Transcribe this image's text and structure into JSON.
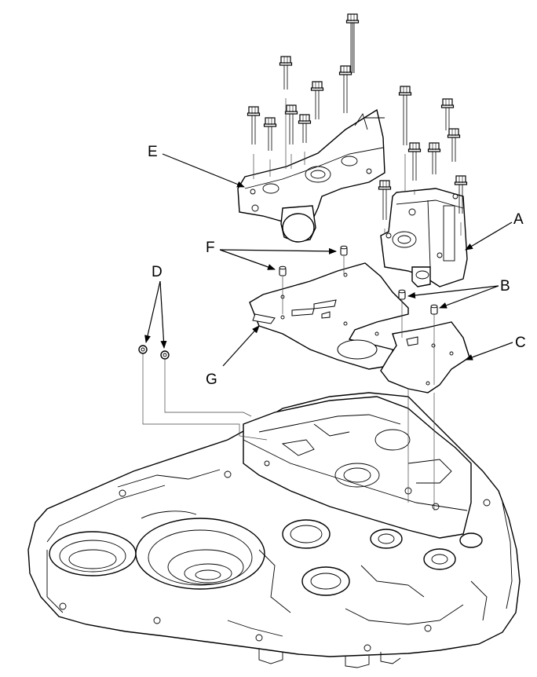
{
  "callouts": {
    "a": "A",
    "b": "B",
    "c": "C",
    "d": "D",
    "e": "E",
    "f": "F",
    "g": "G"
  }
}
